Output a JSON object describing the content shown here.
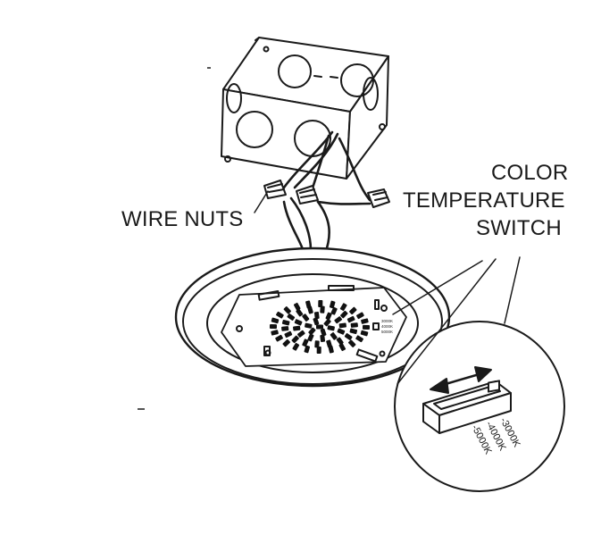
{
  "labels": {
    "wire_nuts": "WIRE NUTS",
    "color_temp_line1": "COLOR",
    "color_temp_line2": "TEMPERATURE",
    "color_temp_line3": "SWITCH"
  },
  "switch_options_small": [
    "3000K",
    "4000K",
    "5000K"
  ],
  "switch_options_zoom": [
    "-3000K",
    "-4000K",
    "-5000K"
  ],
  "colors": {
    "ink": "#1a1a1a",
    "background": "#ffffff",
    "led": "#111111"
  }
}
